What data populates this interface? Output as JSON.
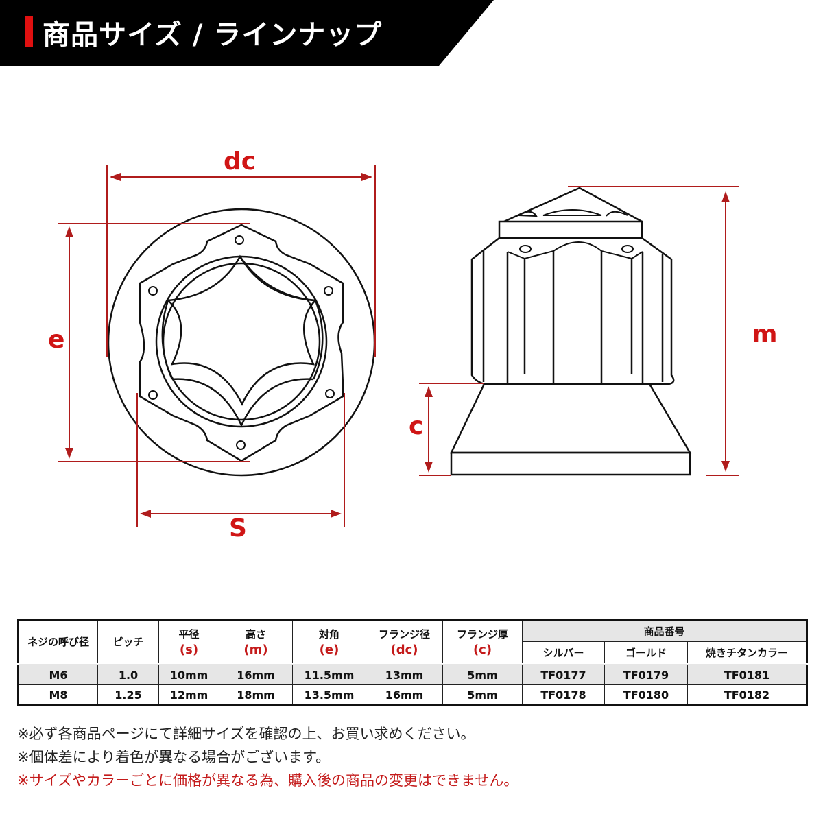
{
  "header": {
    "title": "商品サイズ / ラインナップ",
    "accent_color": "#e01010",
    "background_color": "#000000"
  },
  "diagram": {
    "line_color": "#b01c1c",
    "label_color": "#d01515",
    "front_view_labels": {
      "dc": "dc",
      "e": "e",
      "s": "s"
    },
    "side_view_labels": {
      "m": "m",
      "c": "c"
    }
  },
  "table": {
    "headers": {
      "nominal": "ネジの呼び径",
      "pitch": "ピッチ",
      "width_across_flats": {
        "label": "平径",
        "symbol": "(s)"
      },
      "height": {
        "label": "高さ",
        "symbol": "(m)"
      },
      "width_across_corners": {
        "label": "対角",
        "symbol": "(e)"
      },
      "flange_diameter": {
        "label": "フランジ径",
        "symbol": "(dc)"
      },
      "flange_thickness": {
        "label": "フランジ厚",
        "symbol": "(c)"
      },
      "product_number": "商品番号",
      "silver": "シルバー",
      "gold": "ゴールド",
      "burnt_titanium": "焼きチタンカラー"
    },
    "rows": [
      {
        "nominal": "M6",
        "pitch": "1.0",
        "s": "10mm",
        "m": "16mm",
        "e": "11.5mm",
        "dc": "13mm",
        "c": "5mm",
        "silver": "TF0177",
        "gold": "TF0179",
        "burnt_titanium": "TF0181"
      },
      {
        "nominal": "M8",
        "pitch": "1.25",
        "s": "12mm",
        "m": "18mm",
        "e": "13.5mm",
        "dc": "16mm",
        "c": "5mm",
        "silver": "TF0178",
        "gold": "TF0180",
        "burnt_titanium": "TF0182"
      }
    ]
  },
  "notes": [
    {
      "text": "※必ず各商品ページにて詳細サイズを確認の上、お買い求めください。",
      "color": "#222222"
    },
    {
      "text": "※個体差により着色が異なる場合がございます。",
      "color": "#222222"
    },
    {
      "text": "※サイズやカラーごとに価格が異なる為、購入後の商品の変更はできません。",
      "color": "#c41a1a"
    }
  ]
}
